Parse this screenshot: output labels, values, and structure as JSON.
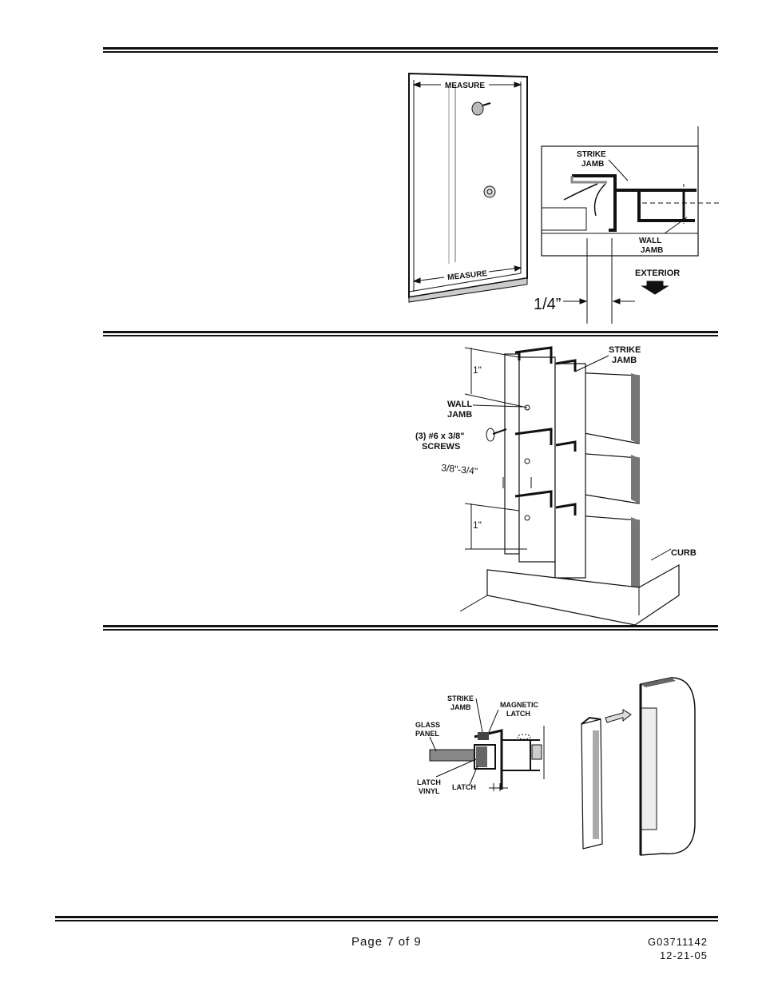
{
  "fig1": {
    "measure_top": "MEASURE",
    "measure_bottom": "MEASURE",
    "strike_jamb": [
      "STRIKE",
      "JAMB"
    ],
    "wall_jamb": [
      "WALL",
      "JAMB"
    ],
    "exterior": "EXTERIOR",
    "gap": "1/4”"
  },
  "fig2": {
    "strike_jamb": [
      "STRIKE",
      "JAMB"
    ],
    "wall_jamb": [
      "WALL",
      "JAMB"
    ],
    "screws": [
      "(3) #6 x 3/8\"",
      "SCREWS"
    ],
    "range": "3/8\"-3/4\"",
    "one_inch_top": "1\"",
    "one_inch_bottom": "1\"",
    "curb": "CURB"
  },
  "fig3": {
    "strike_jamb": [
      "STRIKE",
      "JAMB"
    ],
    "magnetic_latch": [
      "MAGNETIC",
      "LATCH"
    ],
    "glass_panel": [
      "GLASS",
      "PANEL"
    ],
    "latch_vinyl": [
      "LATCH",
      "VINYL"
    ],
    "latch": "LATCH"
  },
  "footer": {
    "page": "Page 7 of 9",
    "doc_number": "G03711142",
    "date": "12-21-05"
  }
}
